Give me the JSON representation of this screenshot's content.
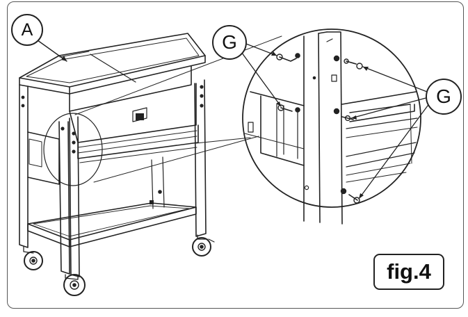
{
  "figure": {
    "label": "fig.4",
    "callouts": [
      {
        "id": "a",
        "text": "A"
      },
      {
        "id": "g1",
        "text": "G"
      },
      {
        "id": "g2",
        "text": "G"
      }
    ]
  },
  "colors": {
    "line": "#222222",
    "frame": "#555555",
    "background": "#ffffff"
  }
}
